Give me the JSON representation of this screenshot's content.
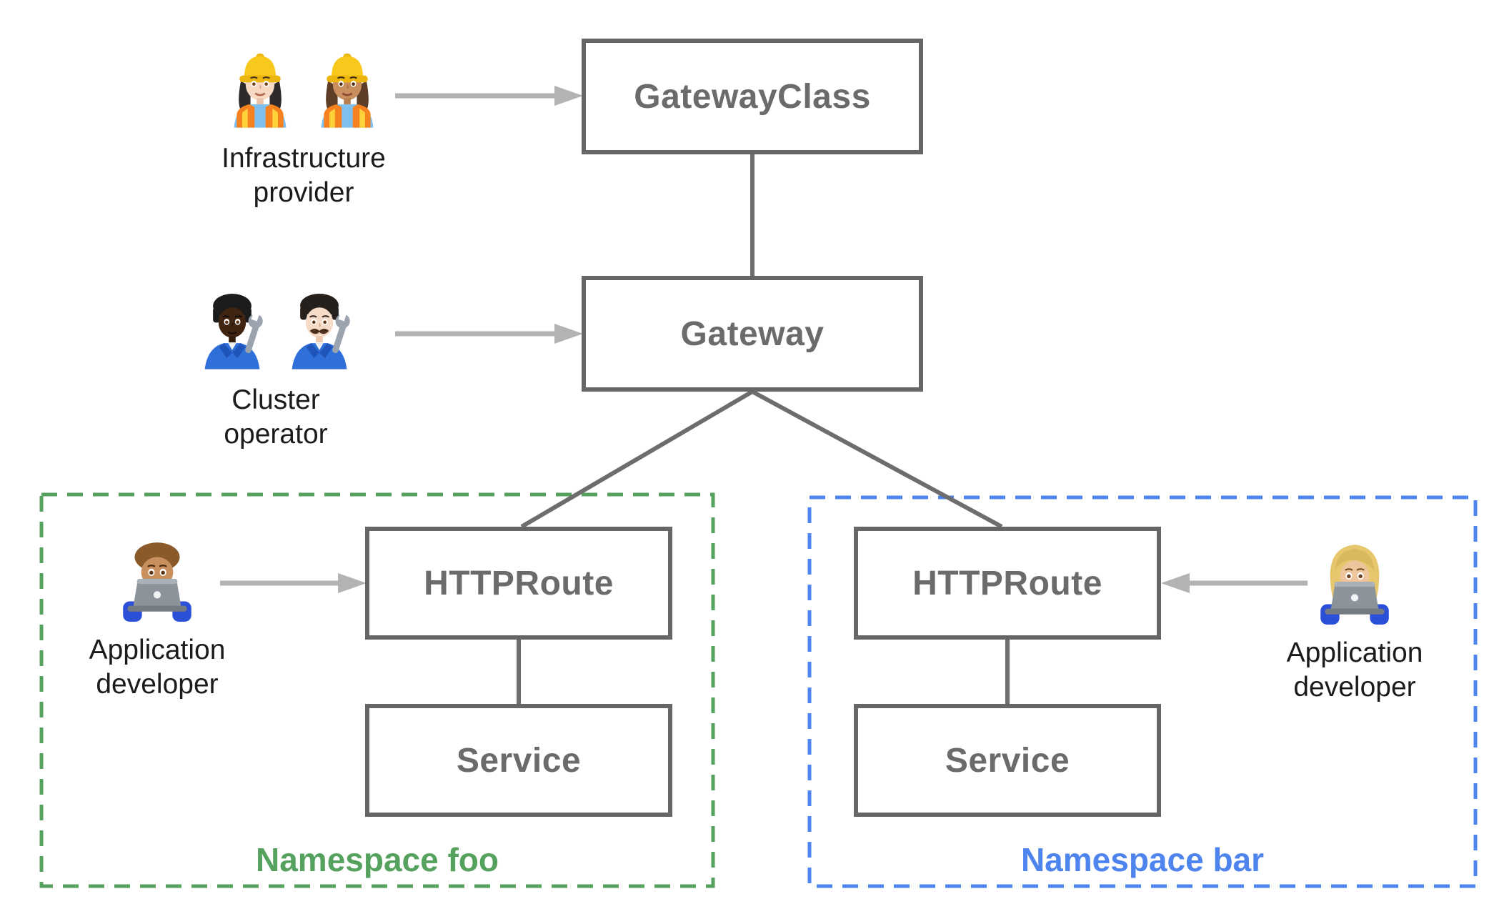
{
  "diagram": {
    "nodes": {
      "gatewayclass": {
        "label": "GatewayClass"
      },
      "gateway": {
        "label": "Gateway"
      },
      "httproute_foo": {
        "label": "HTTPRoute"
      },
      "service_foo": {
        "label": "Service"
      },
      "httproute_bar": {
        "label": "HTTPRoute"
      },
      "service_bar": {
        "label": "Service"
      }
    },
    "personas": {
      "infrastructure_provider": {
        "label": "Infrastructure\nprovider",
        "icons": [
          "woman-construction-worker-light-icon",
          "woman-construction-worker-medium-icon"
        ]
      },
      "cluster_operator": {
        "label": "Cluster\noperator",
        "icons": [
          "mechanic-dark-icon",
          "man-mechanic-light-icon"
        ]
      },
      "application_developer_foo": {
        "label": "Application\ndeveloper",
        "icons": [
          "man-technologist-icon"
        ]
      },
      "application_developer_bar": {
        "label": "Application\ndeveloper",
        "icons": [
          "woman-technologist-icon"
        ]
      }
    },
    "namespaces": {
      "foo": {
        "label": "Namespace foo",
        "color": "#55a15e"
      },
      "bar": {
        "label": "Namespace bar",
        "color": "#4e84ee"
      }
    },
    "colors": {
      "node_border": "#666666",
      "node_text": "#6b6b6b",
      "connector": "#6d6d6d",
      "arrow": "#b3b3b3",
      "persona_text": "#1b1b1b",
      "background": "#ffffff"
    }
  }
}
